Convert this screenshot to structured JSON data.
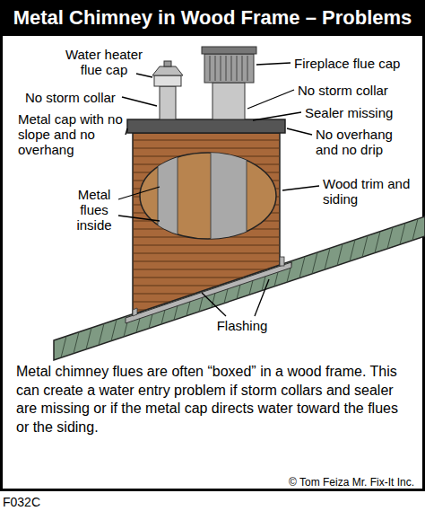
{
  "diagram": {
    "title": "Metal Chimney in Wood Frame – Problems",
    "caption": "Metal chimney flues are often “boxed” in a wood frame. This can create a water entry problem if storm collars and sealer are missing or if the metal cap directs water toward the flues or the siding.",
    "labels": [
      "Water heater flue cap",
      "No storm collar",
      "Metal cap with no slope and no overhang",
      "Metal flues inside",
      "Fireplace flue cap",
      "No storm collar",
      "Sealer missing",
      "No overhang and no drip",
      "Wood trim and siding",
      "Flashing",
      "© Tom Feiza Mr. Fix-It Inc.",
      "F032C"
    ]
  }
}
